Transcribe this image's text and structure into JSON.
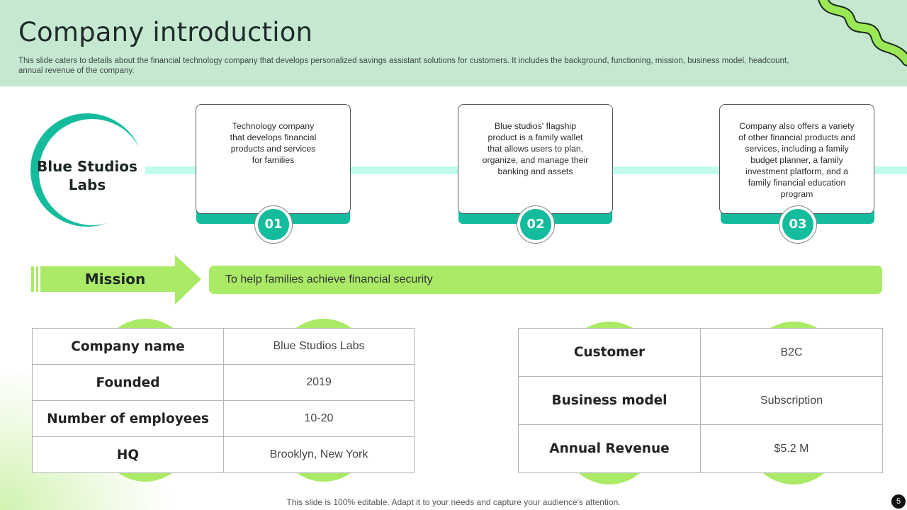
{
  "header": {
    "title": "Company introduction",
    "subtitle": "This slide caters to details about the financial technology company that develops personalized savings assistant solutions for customers. It includes the background, functioning, mission, business model, headcount, annual revenue of the company."
  },
  "company": {
    "name": "Blue Studios Labs"
  },
  "timeline": [
    {
      "number": "01",
      "text": "Technology company that develops financial products and services for families"
    },
    {
      "number": "02",
      "text": "Blue studios' flagship product is a family wallet that allows users to plan, organize, and manage their banking and assets"
    },
    {
      "number": "03",
      "text": "Company also offers a variety of other financial products and services, including a family budget planner, a family investment platform, and a family financial education program"
    }
  ],
  "mission": {
    "label": "Mission",
    "text": "To help families achieve financial security"
  },
  "table_left": [
    {
      "key": "Company name",
      "value": "Blue Studios Labs"
    },
    {
      "key": "Founded",
      "value": "2019"
    },
    {
      "key": "Number of employees",
      "value": "10-20"
    },
    {
      "key": "HQ",
      "value": "Brooklyn, New York"
    }
  ],
  "table_right": [
    {
      "key": "Customer",
      "value": "B2C"
    },
    {
      "key": "Business model",
      "value": "Subscription"
    },
    {
      "key": "Annual Revenue",
      "value": "$5.2 M"
    }
  ],
  "footer": {
    "note": "This slide is 100% editable. Adapt it to your needs and capture your audience's attention.",
    "page_number": "5"
  },
  "colors": {
    "header_bg": "#c6e8d1",
    "teal": "#14bc9d",
    "light_green": "#aaea66",
    "timeline_bar": "#c2fbee"
  }
}
